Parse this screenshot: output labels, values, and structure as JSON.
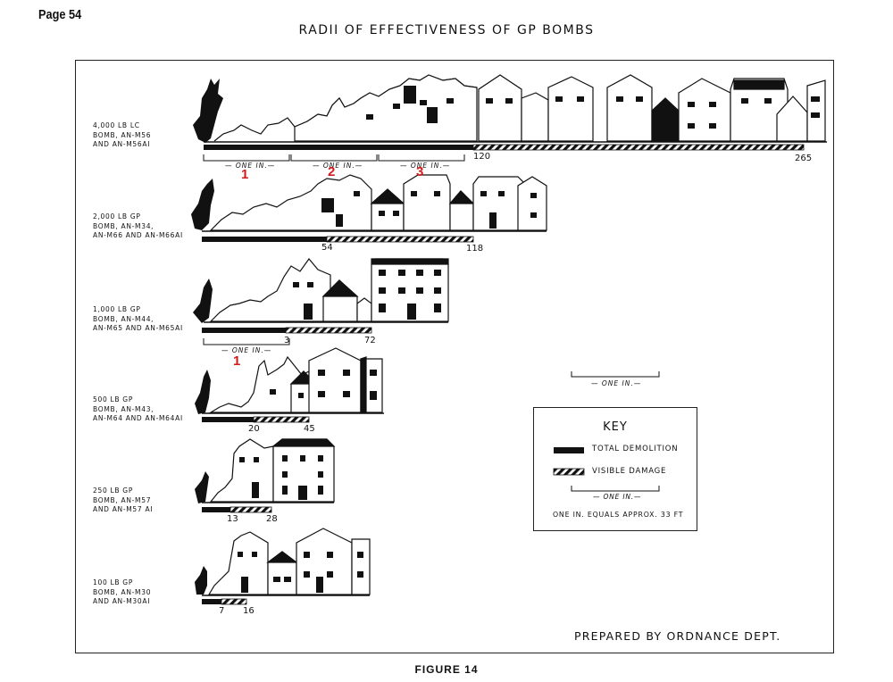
{
  "page": {
    "number": "Page 54",
    "title": "RADII OF EFFECTIVENESS OF GP BOMBS",
    "figure_caption": "FIGURE 14",
    "prepared_by": "PREPARED BY ORDNANCE DEPT."
  },
  "rows": [
    {
      "label": "4,000 LB LC\nBOMB, AN-M56\nAND AN-M56AI",
      "demolition": "120",
      "damage": "265"
    },
    {
      "label": "2,000 LB GP\nBOMB, AN-M34,\nAN-M66 AND AN-M66AI",
      "demolition": "54",
      "damage": "118"
    },
    {
      "label": "1,000 LB GP\nBOMB, AN-M44,\nAN-M65 AND AN-M65AI",
      "demolition": "3",
      "damage": "72"
    },
    {
      "label": "500 LB GP\nBOMB, AN-M43,\nAN-M64 AND AN-M64AI",
      "demolition": "20",
      "damage": "45"
    },
    {
      "label": "250 LB GP\nBOMB, AN-M57\nAND AN-M57 AI",
      "demolition": "13",
      "damage": "28"
    },
    {
      "label": "100 LB GP\nBOMB, AN-M30\nAND AN-M30AI",
      "demolition": "7",
      "damage": "16"
    }
  ],
  "scale_label": "— ONE IN.—",
  "annotations": [
    "1",
    "2",
    "3",
    "1"
  ],
  "key": {
    "title": "KEY",
    "total_demolition": "TOTAL DEMOLITION",
    "visible_damage": "VISIBLE DAMAGE",
    "one_in": "— ONE IN.—",
    "equals": "ONE IN. EQUALS APPROX. 33 FT"
  },
  "colors": {
    "ink": "#111111",
    "annotation": "#d31a1a"
  }
}
